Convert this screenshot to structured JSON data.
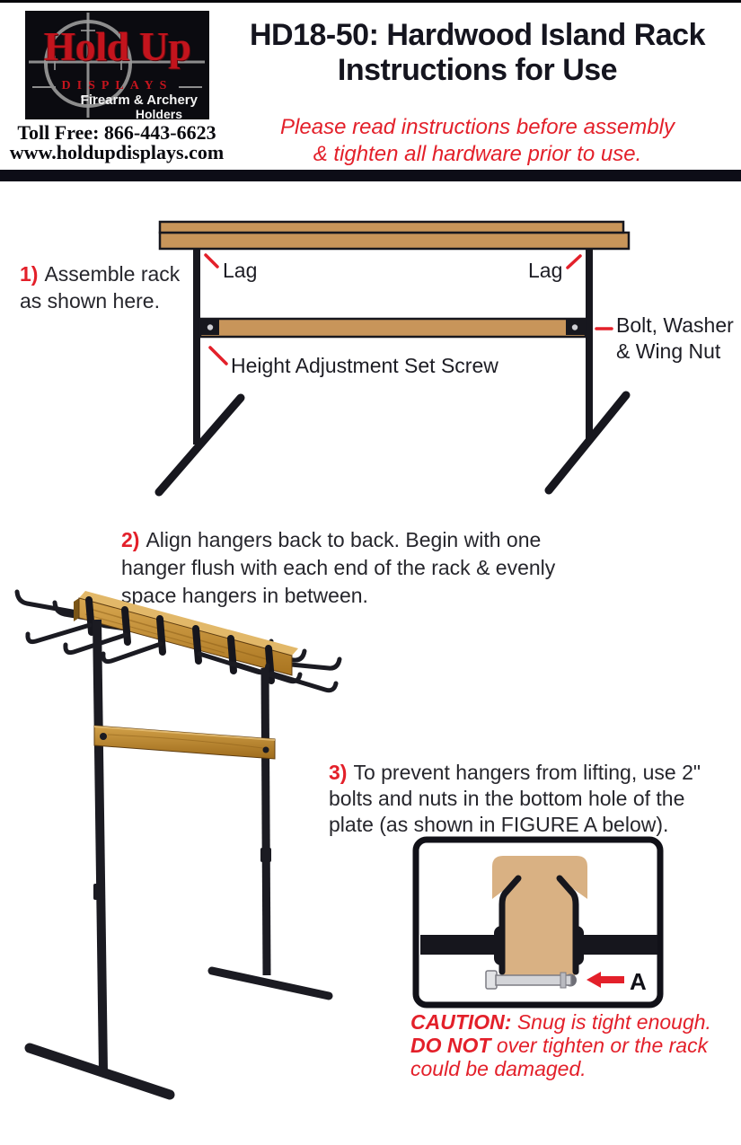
{
  "colors": {
    "accent_red": "#E3202A",
    "wood_diagram": "#C8955A",
    "wood_figure": "#D9B183",
    "ink_black": "#17171E"
  },
  "header": {
    "logo": {
      "name_line1": "Hold Up",
      "name_line2": "DISPLAYS",
      "tagline_line1": "Firearm & Archery",
      "tagline_line2": "Holders",
      "phone": "Toll Free: 866-443-6623",
      "website": "www.holdupdisplays.com"
    },
    "title_line1": "HD18-50: Hardwood Island Rack",
    "title_line2": "Instructions for Use",
    "note_line1": "Please read instructions before assembly",
    "note_line2": "& tighten all hardware prior to use."
  },
  "steps": {
    "step1": {
      "number": "1)",
      "lines": [
        "Assemble rack",
        "as shown here."
      ]
    },
    "step2": {
      "number": "2)",
      "lines": [
        "Align hangers back to back. Begin with one",
        "hanger flush with each end of the rack & evenly",
        "space hangers in between."
      ]
    },
    "step3": {
      "number": "3)",
      "lines": [
        "To prevent hangers from lifting, use 2\"",
        "bolts and nuts in the bottom hole of the",
        "plate (as shown in FIGURE A below)."
      ]
    }
  },
  "diagram_labels": {
    "lag_left": "Lag",
    "lag_right": "Lag",
    "bolt_line1": "Bolt, Washer",
    "bolt_line2": "& Wing Nut",
    "set_screw": "Height Adjustment Set Screw"
  },
  "figure_a": {
    "marker": "A"
  },
  "caution": {
    "label1": "CAUTION:",
    "text1": " Snug is tight enough.",
    "label2": "DO NOT",
    "text2": " over tighten or the rack",
    "text3": "could be damaged."
  }
}
